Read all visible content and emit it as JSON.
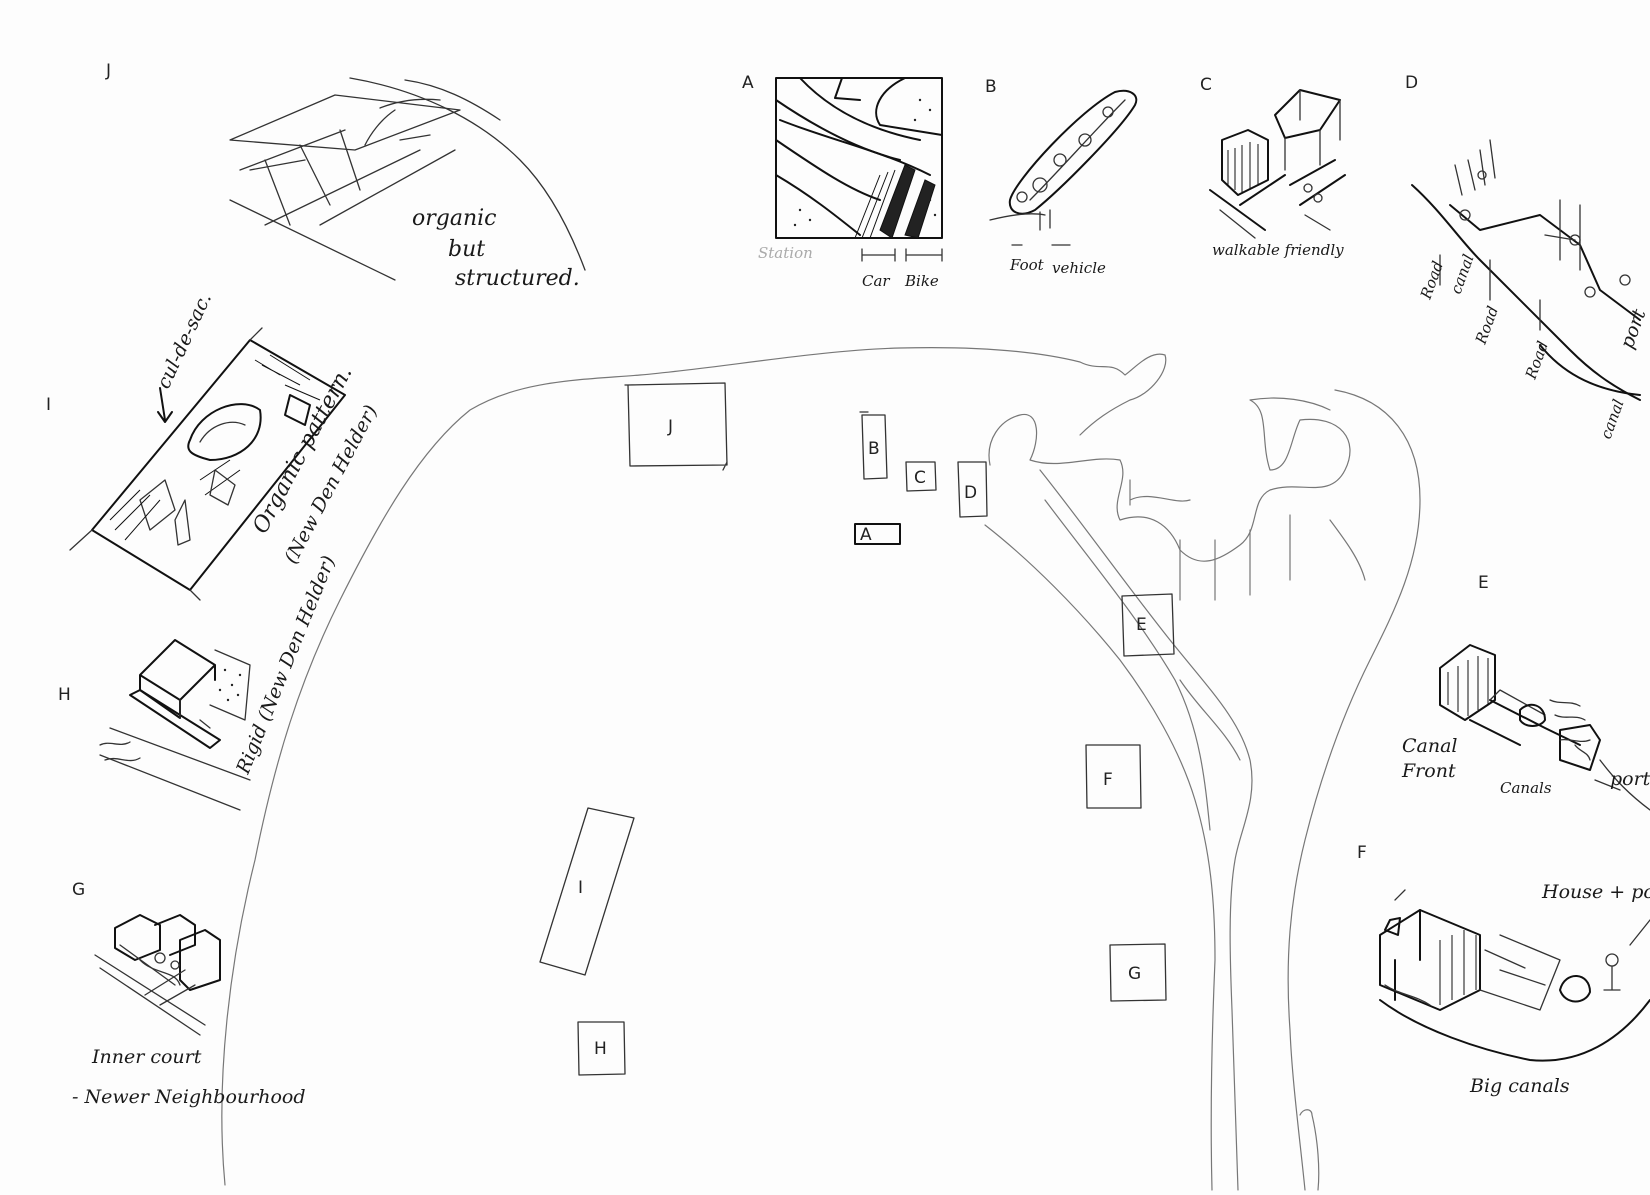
{
  "sketch_labels": {
    "a": "A",
    "b": "B",
    "c": "C",
    "d": "D",
    "e": "E",
    "f": "F",
    "g": "G",
    "h": "H",
    "i": "I",
    "j": "J"
  },
  "map_labels": {
    "a": "A",
    "b": "B",
    "c": "C",
    "d": "D",
    "e": "E",
    "f": "F",
    "g": "G",
    "h": "H",
    "i": "I",
    "j": "J"
  },
  "annotations": {
    "j_line1": "organic",
    "j_line2": "but",
    "j_line3": "structured.",
    "a_station": "Station",
    "a_car": "Car",
    "a_bike": "Bike",
    "b_foot": "Foot",
    "b_vehicle": "vehicle",
    "c_note": "walkable friendly",
    "d_road_a": "Road",
    "d_road_b": "Road",
    "d_road_c": "Road",
    "d_canal_a": "canal",
    "d_canal_b": "canal",
    "d_port": "port",
    "i_cul": "cul-de-sac.",
    "i_line1": "Organic pattern.",
    "i_line2": "(New Den Helder)",
    "h_note": "Rigid (New Den Helder)",
    "e_canal_front_1": "Canal",
    "e_canal_front_2": "Front",
    "e_canals": "Canals",
    "e_port": "port",
    "f_house": "House + pool",
    "f_big": "Big canals",
    "g_line1": "Inner court",
    "g_line2": "- Newer Neighbourhood"
  }
}
